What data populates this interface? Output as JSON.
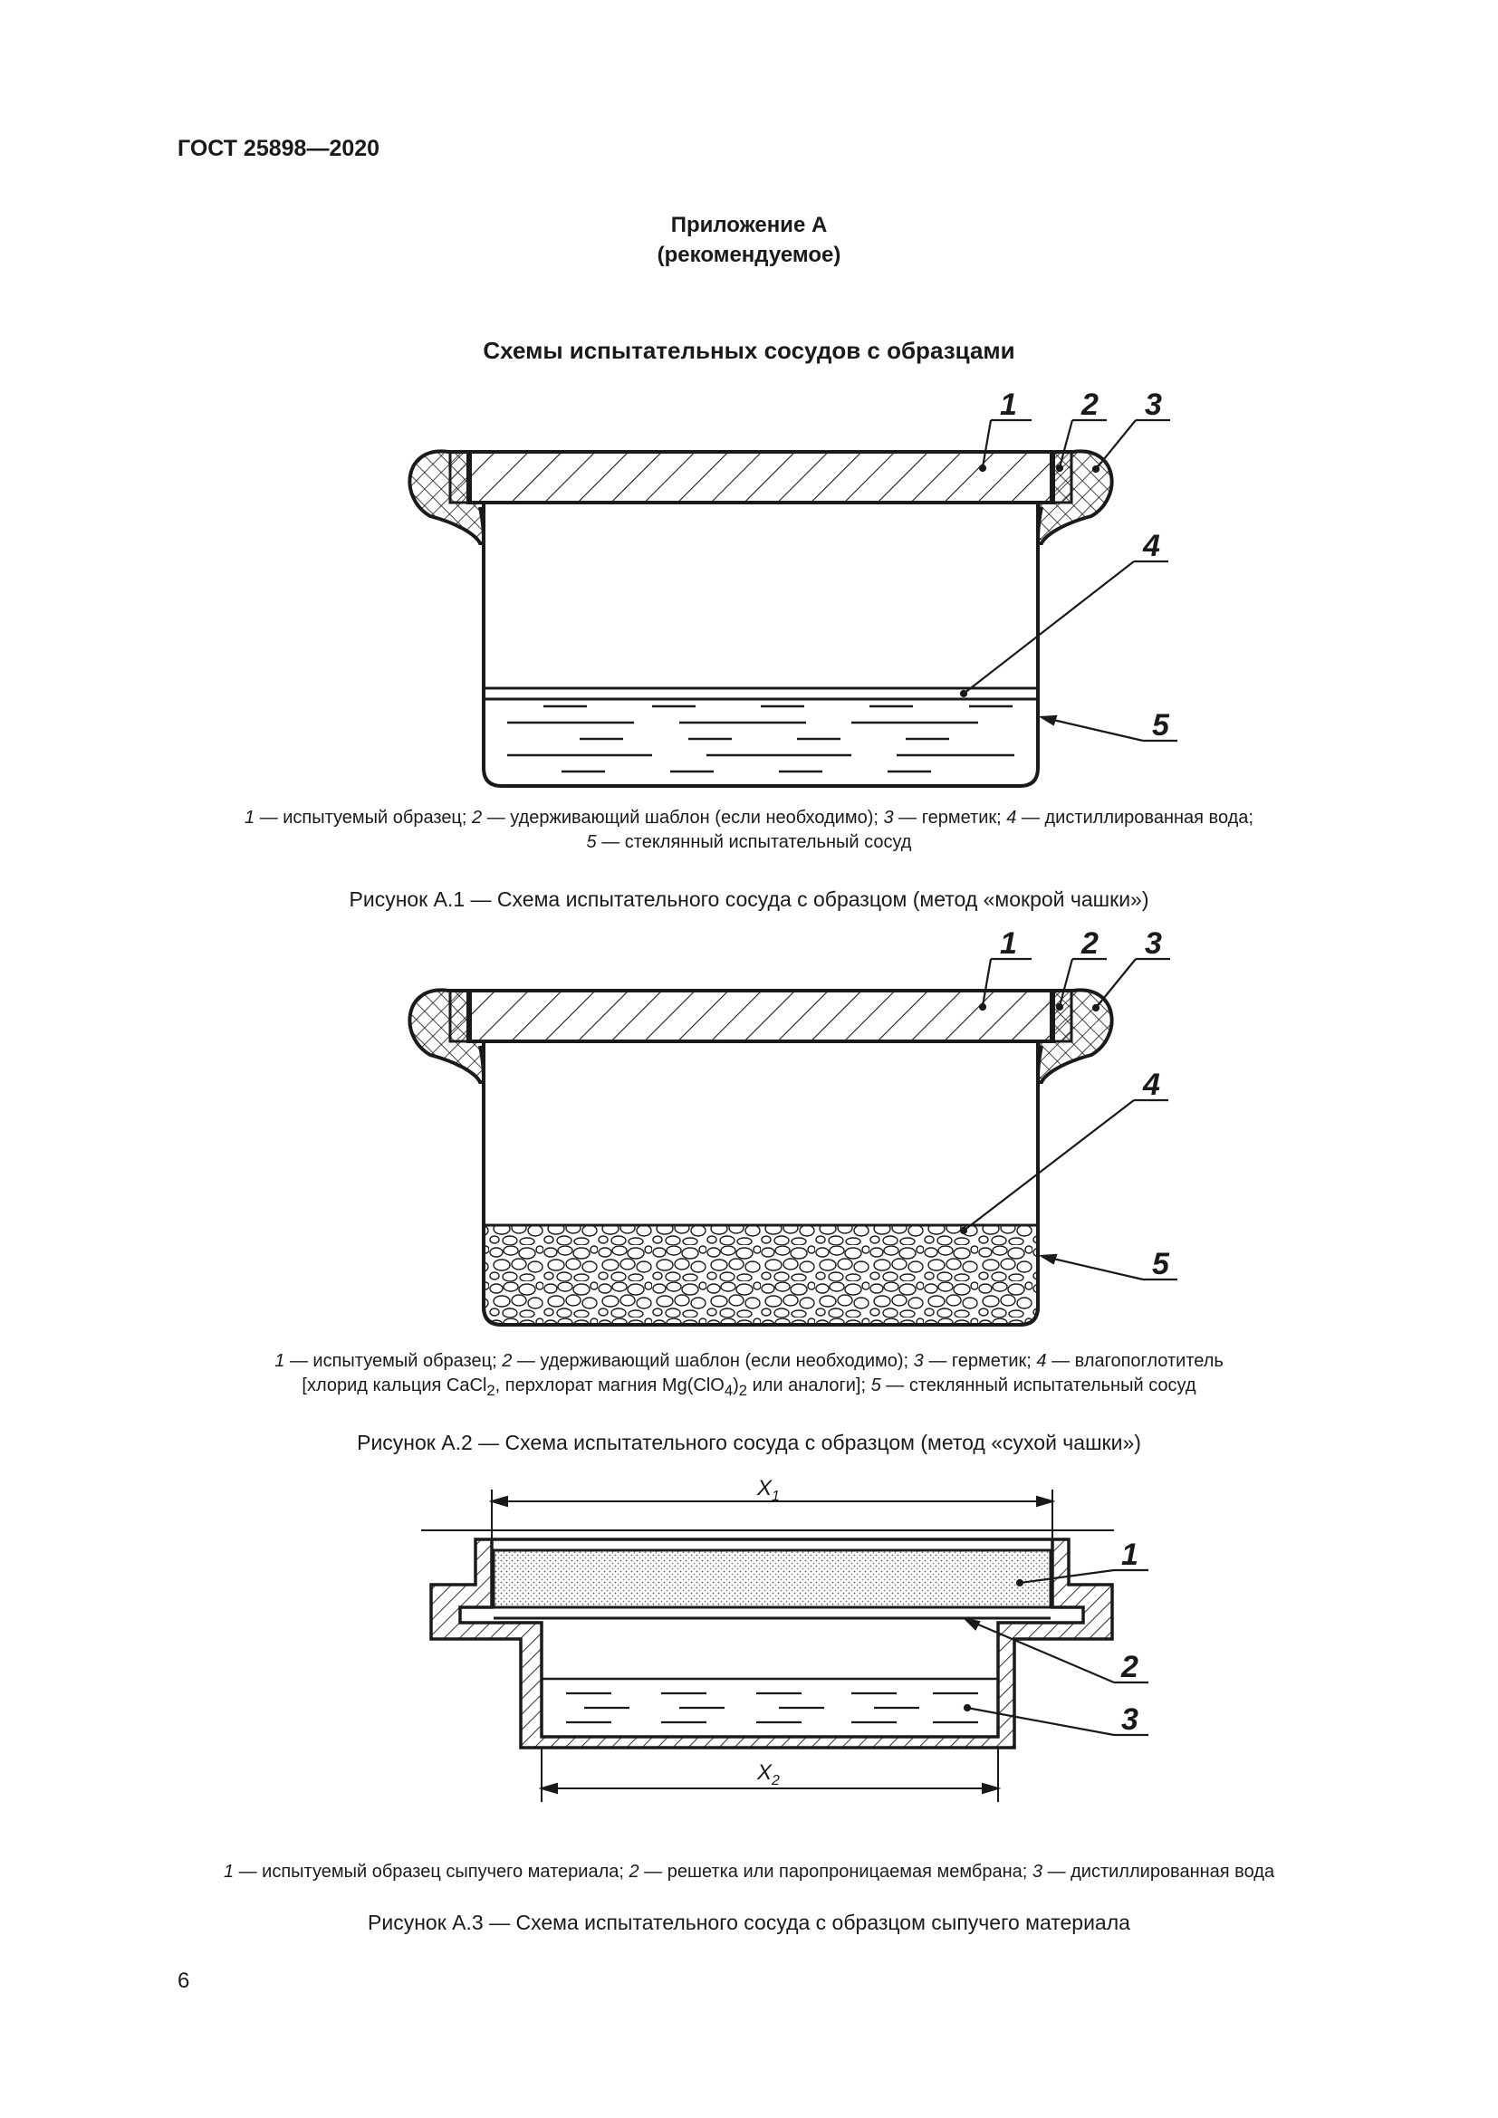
{
  "header": {
    "standard": "ГОСТ 25898—2020"
  },
  "annex": {
    "title": "Приложение А",
    "status": "(рекомендуемое)"
  },
  "section_title": "Схемы испытательных сосудов с образцами",
  "figure1": {
    "callouts": [
      "1",
      "2",
      "3",
      "4",
      "5"
    ],
    "legend": {
      "n1": "1",
      "t1": " — испытуемый образец; ",
      "n2": "2",
      "t2": " — удерживающий шаблон (если необходимо); ",
      "n3": "3",
      "t3": " — герметик; ",
      "n4": "4",
      "t4": " — дистиллированная вода;",
      "n5": "5",
      "t5": " — стеклянный испытательный сосуд"
    },
    "caption": "Рисунок А.1 — Схема испытательного сосуда с образцом (метод «мокрой чашки»)"
  },
  "figure2": {
    "callouts": [
      "1",
      "2",
      "3",
      "4",
      "5"
    ],
    "legend": {
      "n1": "1",
      "t1": " — испытуемый образец; ",
      "n2": "2",
      "t2": " — удерживающий шаблон (если необходимо); ",
      "n3": "3",
      "t3": " — герметик; ",
      "n4": "4",
      "t4": " — влагопоглотитель",
      "t4b_1": "[хлорид кальция CaCl",
      "t4b_sub1": "2",
      "t4b_2": ", перхлорат магния Mg(ClO",
      "t4b_sub2": "4",
      "t4b_3": ")",
      "t4b_sub3": "2",
      "t4b_4": " или аналоги]; ",
      "n5": "5",
      "t5": " — стеклянный испытательный сосуд"
    },
    "caption": "Рисунок А.2 — Схема испытательного сосуда с образцом (метод «сухой чашки»)"
  },
  "figure3": {
    "callouts": [
      "1",
      "2",
      "3"
    ],
    "dimensions": {
      "x1": "X",
      "x1_sub": "1",
      "x2": "X",
      "x2_sub": "2"
    },
    "legend": {
      "n1": "1",
      "t1": " — испытуемый образец сыпучего материала; ",
      "n2": "2",
      "t2": " — решетка или паропроницаемая мембрана; ",
      "n3": "3",
      "t3": " — дистиллированная вода"
    },
    "caption": "Рисунок А.3 — Схема испытательного сосуда с образцом сыпучего материала"
  },
  "page_number": "6"
}
